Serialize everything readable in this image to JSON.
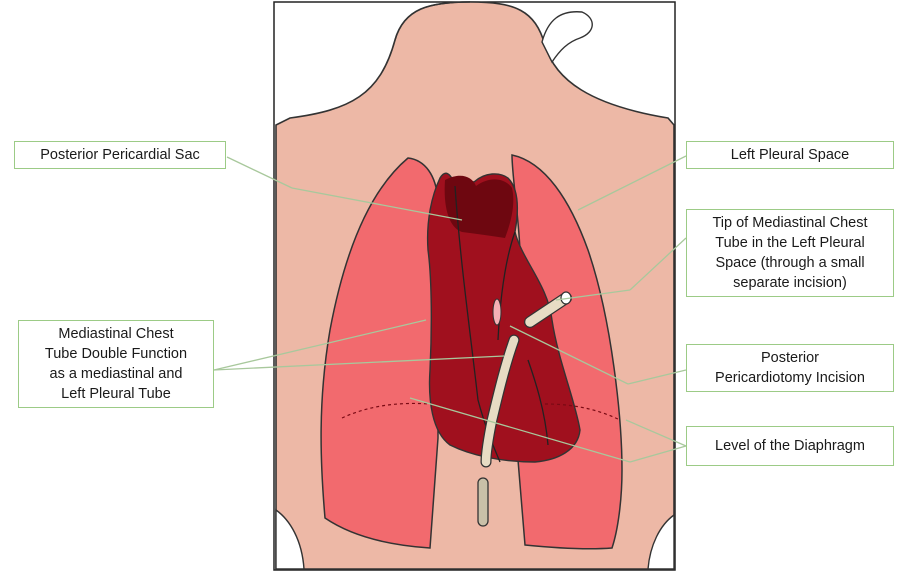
{
  "labels": {
    "posterior_pericardial_sac": [
      "Posterior Pericardial Sac"
    ],
    "left_pleural_space": [
      "Left Pleural Space"
    ],
    "tip_of_mediastinal_tube": [
      "Tip of Mediastinal Chest",
      "Tube in the Left Pleural",
      "Space (through a small",
      "separate incision)"
    ],
    "mediastinal_double_function": [
      "Mediastinal Chest",
      "Tube Double Function",
      "as a mediastinal and",
      "Left Pleural Tube"
    ],
    "posterior_pericardiotomy": [
      "Posterior",
      "Pericardiotomy Incision"
    ],
    "level_of_diaphragm": [
      "Level of the Diaphragm"
    ]
  },
  "colors": {
    "skin": "#edb8a6",
    "lung": "#f26a6e",
    "heart": "#a0101e",
    "heart_dark": "#7a0a14",
    "tube": "#e7dcc4",
    "label_border": "#9ccb86",
    "leader_line": "#a8c89c"
  }
}
